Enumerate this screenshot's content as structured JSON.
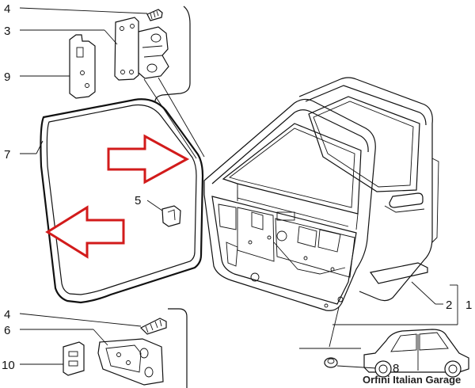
{
  "callouts": {
    "c4_top": "4",
    "c3": "3",
    "c9": "9",
    "c7": "7",
    "c5": "5",
    "c4_bottom": "4",
    "c6": "6",
    "c10": "10",
    "c2": "2",
    "c1": "1",
    "c8": "8"
  },
  "watermark": "Orfini Italian Garage",
  "colors": {
    "arrow": "#d21b1b",
    "line": "#111111",
    "background": "#ffffff"
  }
}
